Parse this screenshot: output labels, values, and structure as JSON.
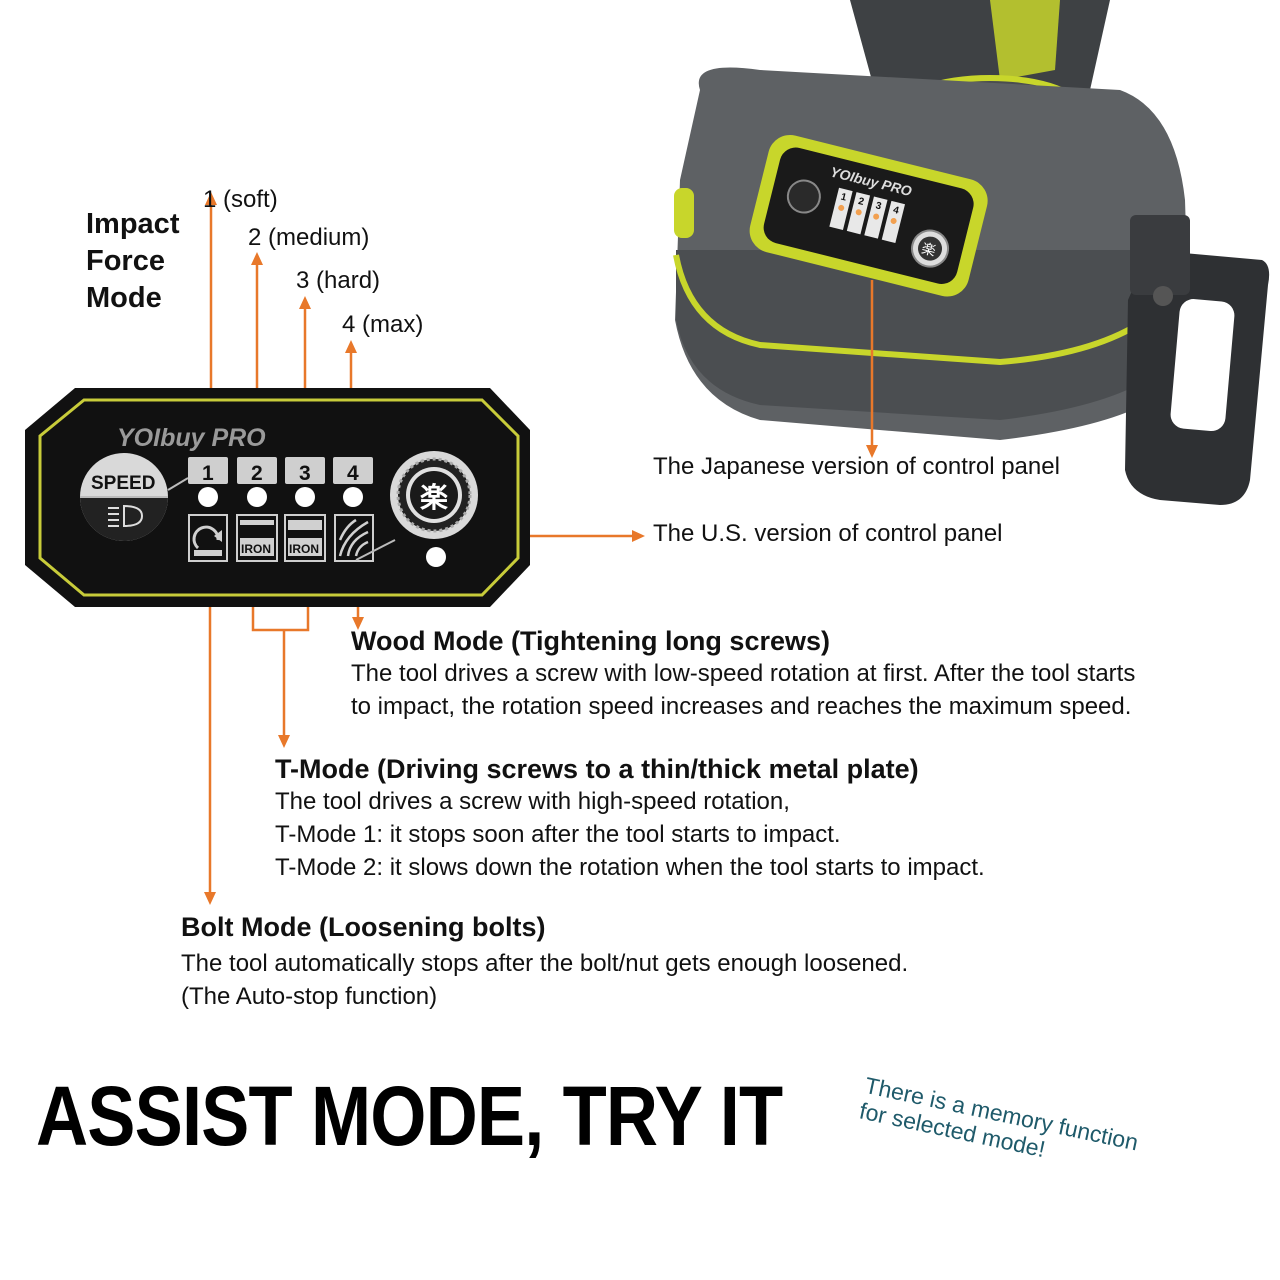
{
  "impact_section": {
    "title_lines": [
      "Impact",
      "Force",
      "Mode"
    ],
    "levels": [
      "1 (soft)",
      "2 (medium)",
      "3 (hard)",
      "4 (max)"
    ]
  },
  "panel": {
    "brand": "YOIbuy PRO",
    "speed_label": "SPEED",
    "numbers": [
      "1",
      "2",
      "3",
      "4"
    ],
    "iron_label": "IRON",
    "kanji": "楽"
  },
  "japan_panel": {
    "brand": "YOIbuy PRO",
    "numbers": [
      "1",
      "2",
      "3",
      "4"
    ]
  },
  "callouts": {
    "japanese": "The Japanese version of control panel",
    "us": "The U.S. version of control panel"
  },
  "wood_mode": {
    "title": "Wood Mode (Tightening long screws)",
    "lines": [
      "The tool drives a screw with low-speed rotation at first. After the tool starts",
      "to impact, the rotation speed increases and reaches the maximum speed."
    ]
  },
  "t_mode": {
    "title": "T-Mode (Driving screws to a thin/thick metal  plate)",
    "lines": [
      "The tool drives a screw with high-speed rotation,",
      "T-Mode 1: it  stops soon after the tool starts to impact.",
      "T-Mode 2: it  slows down the rotation when the tool starts to impact."
    ]
  },
  "bolt_mode": {
    "title": "Bolt Mode (Loosening bolts)",
    "lines": [
      "The tool automatically stops after the bolt/nut gets enough loosened.",
      "(The Auto-stop function)"
    ]
  },
  "slogan": "ASSIST  MODE, TRY IT",
  "memory_note": "There is a memory function for selected mode!",
  "colors": {
    "arrow": "#e8782a",
    "panel_border": "#c8cc3a",
    "panel_bg": "#111111",
    "tool_body": "#5a5d60",
    "tool_accent": "#c8d62b",
    "note": "#1f5a6a"
  }
}
